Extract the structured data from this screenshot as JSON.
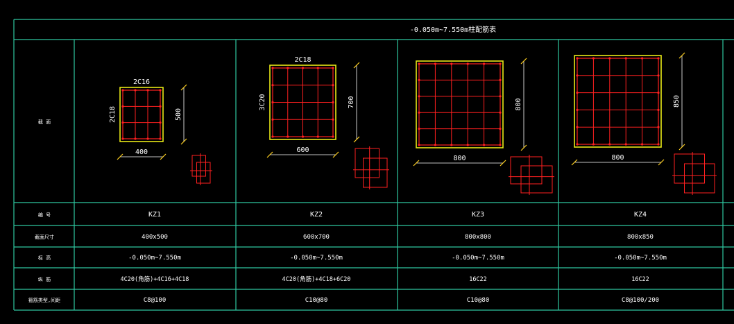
{
  "title": "-0.050m~7.550m柱配筋表",
  "row_labels": [
    "截 面",
    "编 号",
    "截面尺寸",
    "标 高",
    "纵 筋",
    "箍筋类型,间距"
  ],
  "columns": [
    {
      "id": "KZ1",
      "top_rebar": "2C16",
      "side_rebar": "2C18",
      "width_dim": "400",
      "height_dim": "500",
      "size": "400x500",
      "elevation": "-0.050m~7.550m",
      "longitudinal": "4C20(角筋)+4C16+4C18",
      "stirrup": "C8@100",
      "grid_divisions": 3
    },
    {
      "id": "KZ2",
      "top_rebar": "2C18",
      "side_rebar": "3C20",
      "width_dim": "600",
      "height_dim": "700",
      "size": "600x700",
      "elevation": "-0.050m~7.550m",
      "longitudinal": "4C20(角筋)+4C18+6C20",
      "stirrup": "C10@80",
      "grid_divisions": 4
    },
    {
      "id": "KZ3",
      "top_rebar": "",
      "side_rebar": "",
      "width_dim": "800",
      "height_dim": "800",
      "size": "800x800",
      "elevation": "-0.050m~7.550m",
      "longitudinal": "16C22",
      "stirrup": "C10@80",
      "grid_divisions": 5
    },
    {
      "id": "KZ4",
      "top_rebar": "",
      "side_rebar": "",
      "width_dim": "800",
      "height_dim": "850",
      "size": "800x850",
      "elevation": "-0.050m~7.550m",
      "longitudinal": "16C22",
      "stirrup": "C8@100/200",
      "grid_divisions": 5
    }
  ],
  "colors": {
    "background": "#000000",
    "grid_lines": "#2fc7a0",
    "section_outline": "#e8e817",
    "rebar": "#ff2020",
    "text": "#ffffff",
    "dim_ticks": "#ffd020"
  }
}
